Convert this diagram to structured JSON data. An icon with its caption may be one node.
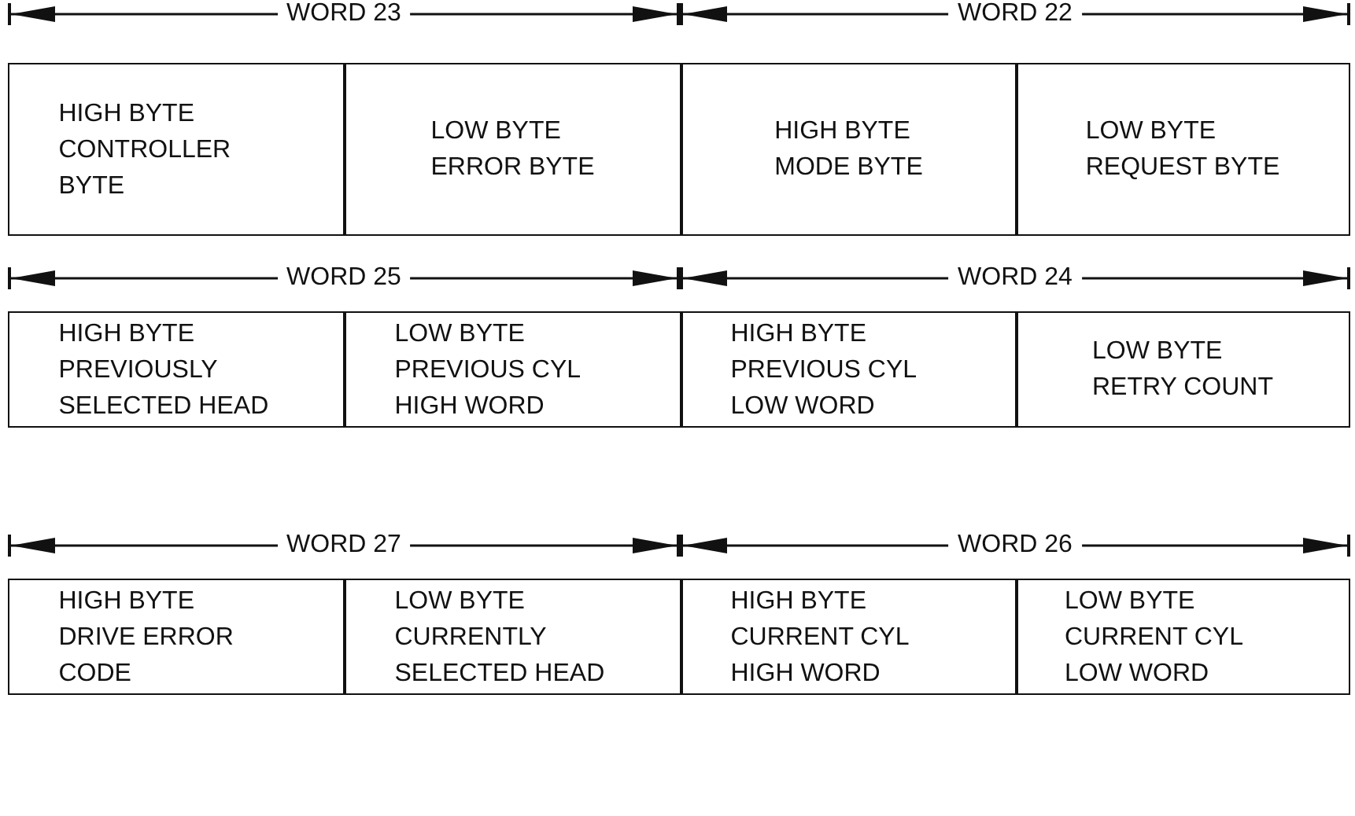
{
  "diagram": {
    "nodes": [
      {
        "text": [
          "HIGH BYTE",
          "CONTROLLER BYTE"
        ]
      },
      {
        "text": [
          "LOW BYTE",
          "ERROR BYTE"
        ]
      },
      {
        "text": [
          "HIGH BYTE",
          "MODE BYTE"
        ]
      },
      {
        "text": [
          "LOW BYTE",
          "REQUEST BYTE"
        ]
      },
      {
        "text": [
          "HIGH BYTE",
          "PREVIOUSLY SELECTED HEAD"
        ]
      },
      {
        "text": [
          "LOW BYTE",
          "PREVIOUS CYL HIGH WORD"
        ]
      },
      {
        "text": [
          "HIGH BYTE",
          "PREVIOUS CYL LOW WORD"
        ]
      },
      {
        "text": [
          "LOW BYTE",
          "RETRY COUNT"
        ]
      },
      {
        "text": [
          "HIGH BYTE",
          "DRIVE ERROR CODE"
        ]
      },
      {
        "text": [
          "LOW BYTE",
          "CURRENTLY SELECTED HEAD"
        ]
      },
      {
        "text": [
          "HIGH BYTE",
          "CURRENT CYL HIGH WORD"
        ]
      },
      {
        "text": [
          "LOW BYTE",
          "CURRENT CYL LOW WORD"
        ]
      }
    ],
    "edges": [],
    "labels": [
      "WORD 23",
      "WORD 22",
      "WORD 25",
      "WORD 24",
      "WORD 27",
      "WORD 26"
    ]
  }
}
